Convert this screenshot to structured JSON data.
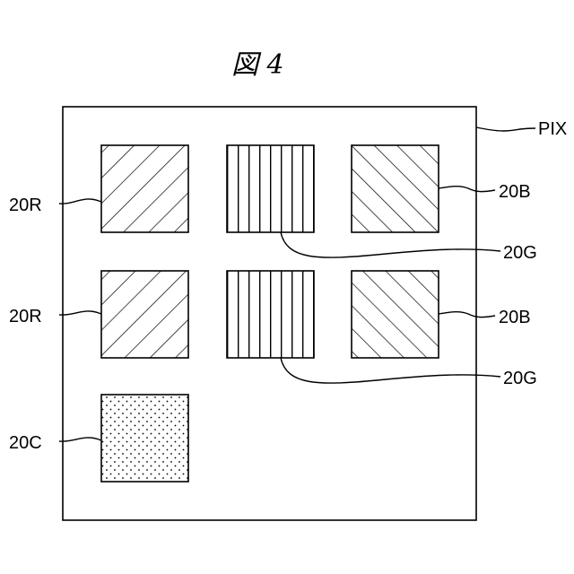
{
  "figure": {
    "title": "図 4",
    "outer_label": "PIX",
    "elements": {
      "r1": "20R",
      "r2": "20R",
      "g1": "20G",
      "g2": "20G",
      "b1": "20B",
      "b2": "20B",
      "c1": "20C"
    }
  }
}
